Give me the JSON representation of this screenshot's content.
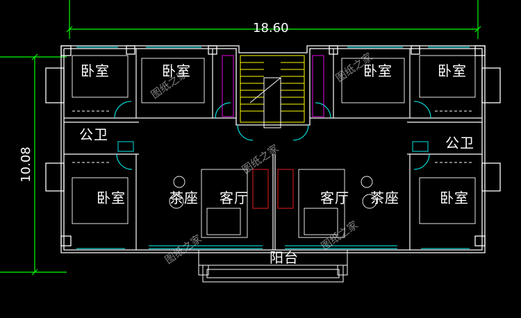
{
  "dimensions": {
    "width": "18.60",
    "height": "10.08"
  },
  "rooms": {
    "bedroom_tl": "卧室",
    "bedroom_tl2": "卧室",
    "bedroom_tr2": "卧室",
    "bedroom_tr": "卧室",
    "bath_left": "公卫",
    "bath_right": "公卫",
    "bedroom_bl": "卧室",
    "bedroom_br": "卧室",
    "tea_left": "茶座",
    "living_left": "客厅",
    "living_right": "客厅",
    "tea_right": "茶座",
    "balcony": "阳台"
  },
  "watermark": "图纸之家",
  "colors": {
    "wall": "#ffffff",
    "green": "#00ff00",
    "cyan": "#00ffff",
    "yellow": "#ffff00",
    "red": "#ff2020",
    "magenta": "#ff00ff"
  }
}
